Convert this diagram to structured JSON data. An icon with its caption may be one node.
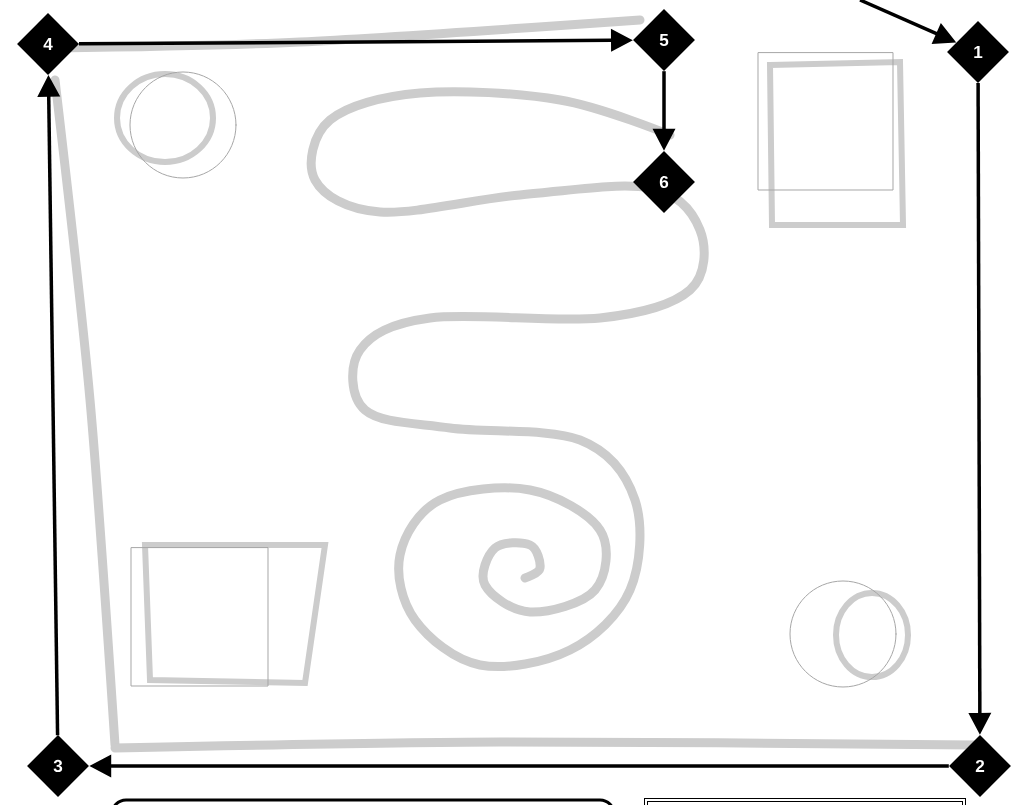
{
  "diagram": {
    "nodes": [
      {
        "text": [
          "1"
        ]
      },
      {
        "text": [
          "2"
        ]
      },
      {
        "text": [
          "3"
        ]
      },
      {
        "text": [
          "4"
        ]
      },
      {
        "text": [
          "5"
        ]
      },
      {
        "text": [
          "6"
        ]
      }
    ],
    "edges": [
      {
        "from": null,
        "to": 0,
        "arrow": "to"
      },
      {
        "from": 0,
        "to": 1,
        "arrow": "to"
      },
      {
        "from": 1,
        "to": 2,
        "arrow": "to"
      },
      {
        "from": 2,
        "to": 3,
        "arrow": "to"
      },
      {
        "from": 3,
        "to": 4,
        "arrow": "to"
      },
      {
        "from": 4,
        "to": 5,
        "arrow": "to"
      }
    ]
  }
}
